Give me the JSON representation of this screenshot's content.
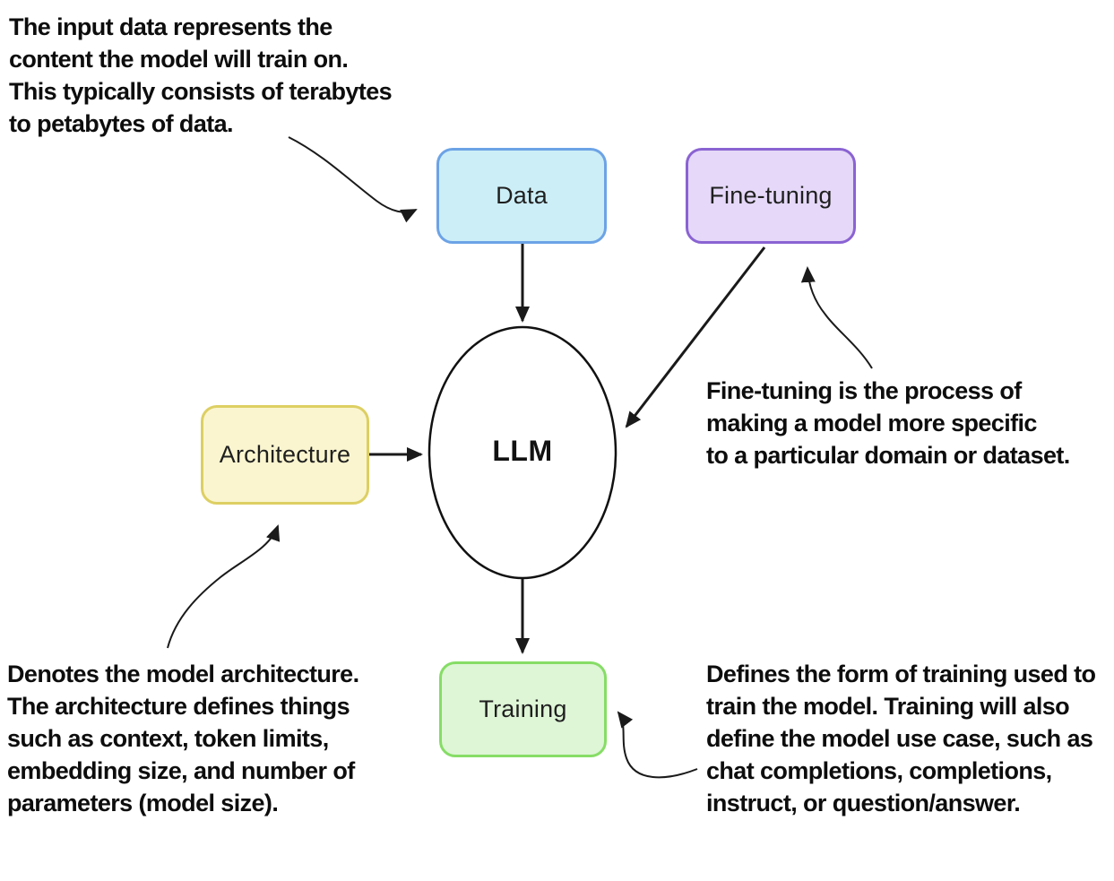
{
  "diagram": {
    "center_node": {
      "label": "LLM"
    },
    "nodes": [
      {
        "id": "data",
        "label": "Data",
        "fill": "#cceef7",
        "border": "#6ca3e6"
      },
      {
        "id": "fine-tuning",
        "label": "Fine-tuning",
        "fill": "#e5d8f8",
        "border": "#8a63d2"
      },
      {
        "id": "architecture",
        "label": "Architecture",
        "fill": "#faf5cf",
        "border": "#ddcf63"
      },
      {
        "id": "training",
        "label": "Training",
        "fill": "#def5d6",
        "border": "#86dd66"
      }
    ],
    "annotations": {
      "data": "The input data represents the\ncontent the model will train on.\nThis typically consists of terabytes\nto petabytes of data.",
      "fine_tuning": "Fine-tuning is the process of\nmaking a model more specific\nto a particular domain or dataset.",
      "architecture": "Denotes the model architecture.\nThe architecture defines things\nsuch as context, token limits,\nembedding size, and number of\nparameters (model size).",
      "training": "Defines the form of training used to\ntrain the model. Training will also\ndefine the model use case, such as\nchat completions, completions,\ninstruct, or question/answer."
    },
    "colors": {
      "arrow": "#1a1a1a",
      "ellipse_stroke": "#111111",
      "background": "#ffffff"
    }
  }
}
